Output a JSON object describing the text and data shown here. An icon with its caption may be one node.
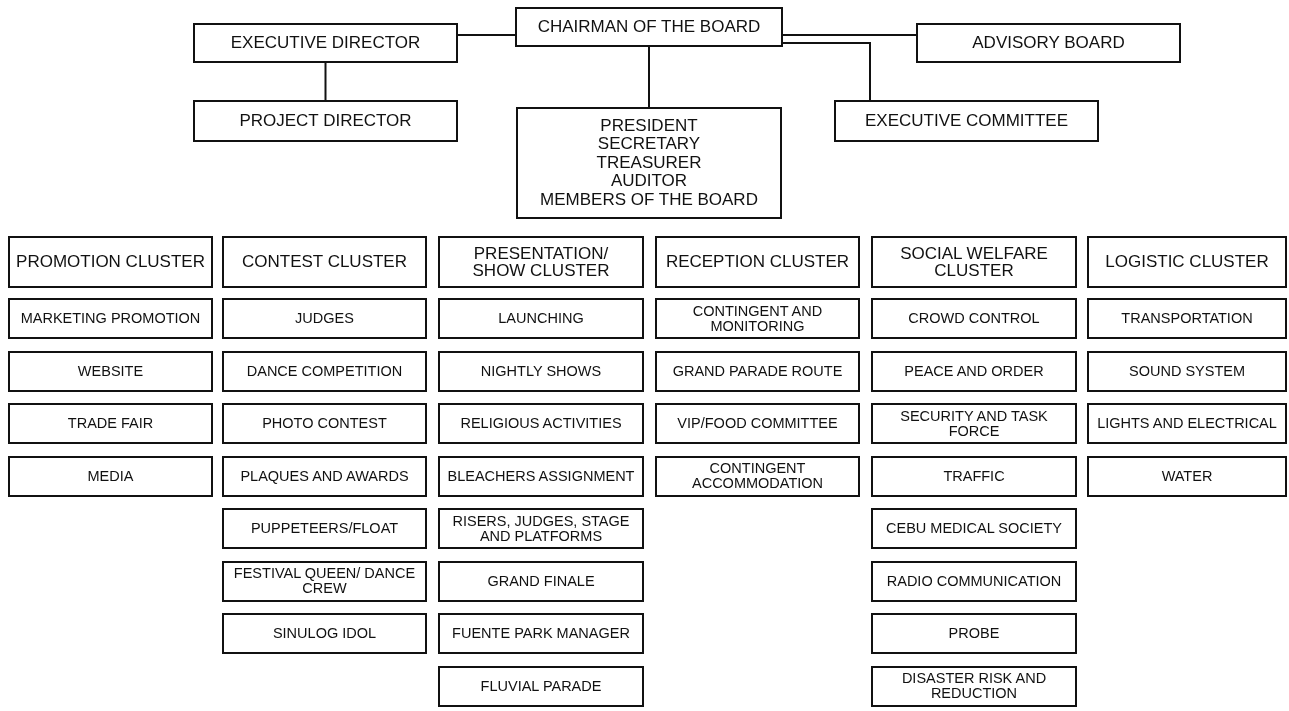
{
  "diagram": {
    "nodes": [
      {
        "text": [
          "CHAIRMAN OF THE BOARD"
        ]
      },
      {
        "text": [
          "EXECUTIVE DIRECTOR"
        ]
      },
      {
        "text": [
          "ADVISORY BOARD"
        ]
      },
      {
        "text": [
          "PROJECT DIRECTOR"
        ]
      },
      {
        "text": [
          "PRESIDENT",
          "SECRETARY",
          "TREASURER",
          "AUDITOR",
          "MEMBERS OF THE BOARD"
        ]
      },
      {
        "text": [
          "EXECUTIVE COMMITTEE"
        ]
      },
      {
        "text": [
          "PROMOTION CLUSTER"
        ]
      },
      {
        "text": [
          "MARKETING PROMOTION"
        ]
      },
      {
        "text": [
          "WEBSITE"
        ]
      },
      {
        "text": [
          "TRADE FAIR"
        ]
      },
      {
        "text": [
          "MEDIA"
        ]
      },
      {
        "text": [
          "CONTEST CLUSTER"
        ]
      },
      {
        "text": [
          "JUDGES"
        ]
      },
      {
        "text": [
          "DANCE COMPETITION"
        ]
      },
      {
        "text": [
          "PHOTO CONTEST"
        ]
      },
      {
        "text": [
          "PLAQUES AND AWARDS"
        ]
      },
      {
        "text": [
          "PUPPETEERS/FLOAT"
        ]
      },
      {
        "text": [
          "FESTIVAL QUEEN/ DANCE CREW"
        ]
      },
      {
        "text": [
          "SINULOG IDOL"
        ]
      },
      {
        "text": [
          "PRESENTATION/ SHOW CLUSTER"
        ]
      },
      {
        "text": [
          "LAUNCHING"
        ]
      },
      {
        "text": [
          "NIGHTLY SHOWS"
        ]
      },
      {
        "text": [
          "RELIGIOUS ACTIVITIES"
        ]
      },
      {
        "text": [
          "BLEACHERS ASSIGNMENT"
        ]
      },
      {
        "text": [
          "RISERS, JUDGES, STAGE AND PLATFORMS"
        ]
      },
      {
        "text": [
          "GRAND FINALE"
        ]
      },
      {
        "text": [
          "FUENTE PARK MANAGER"
        ]
      },
      {
        "text": [
          "FLUVIAL PARADE"
        ]
      },
      {
        "text": [
          "RECEPTION CLUSTER"
        ]
      },
      {
        "text": [
          "CONTINGENT AND MONITORING"
        ]
      },
      {
        "text": [
          "GRAND PARADE ROUTE"
        ]
      },
      {
        "text": [
          "VIP/FOOD COMMITTEE"
        ]
      },
      {
        "text": [
          "CONTINGENT ACCOMMODATION"
        ]
      },
      {
        "text": [
          "SOCIAL WELFARE CLUSTER"
        ]
      },
      {
        "text": [
          "CROWD CONTROL"
        ]
      },
      {
        "text": [
          "PEACE AND ORDER"
        ]
      },
      {
        "text": [
          "SECURITY AND TASK FORCE"
        ]
      },
      {
        "text": [
          "TRAFFIC"
        ]
      },
      {
        "text": [
          "CEBU MEDICAL SOCIETY"
        ]
      },
      {
        "text": [
          "RADIO COMMUNICATION"
        ]
      },
      {
        "text": [
          "PROBE"
        ]
      },
      {
        "text": [
          "DISASTER RISK AND REDUCTION"
        ]
      },
      {
        "text": [
          "LOGISTIC CLUSTER"
        ]
      },
      {
        "text": [
          "TRANSPORTATION"
        ]
      },
      {
        "text": [
          "SOUND SYSTEM"
        ]
      },
      {
        "text": [
          "LIGHTS AND ELECTRICAL"
        ]
      },
      {
        "text": [
          "WATER"
        ]
      }
    ],
    "edges": [
      {
        "from": 0,
        "to": 1,
        "arrow": "none"
      },
      {
        "from": 0,
        "to": 2,
        "arrow": "none"
      },
      {
        "from": 1,
        "to": 3,
        "arrow": "none"
      },
      {
        "from": 0,
        "to": 4,
        "arrow": "none"
      },
      {
        "from": 0,
        "to": 5,
        "arrow": "none"
      }
    ]
  }
}
